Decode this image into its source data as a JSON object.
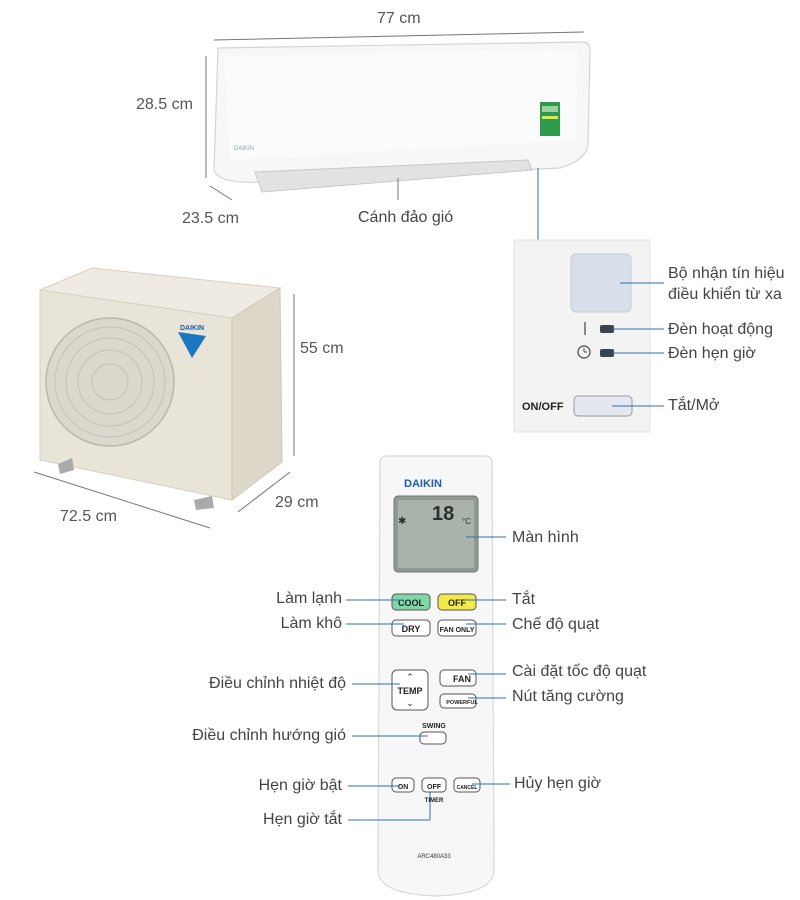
{
  "dimensions": {
    "indoor_width": "77 cm",
    "indoor_height": "28.5 cm",
    "indoor_depth": "23.5 cm",
    "outdoor_height": "55 cm",
    "outdoor_width": "72.5 cm",
    "outdoor_depth": "29 cm"
  },
  "indoor_unit": {
    "brand": "DAIKIN",
    "louver_label": "Cánh đảo gió"
  },
  "outdoor_unit": {
    "brand": "DAIKIN"
  },
  "display_panel": {
    "sensor_label_line1": "Bộ nhận tín hiệu",
    "sensor_label_line2": "điều khiển từ xa",
    "operation_light_label": "Đèn hoạt động",
    "timer_light_label": "Đèn hẹn giờ",
    "onoff_label": "Tắt/Mở",
    "onoff_button_text": "ON/OFF"
  },
  "remote": {
    "brand": "DAIKIN",
    "lcd_temp": "18",
    "lcd_unit": "°C",
    "model": "ARC480A33",
    "buttons": {
      "cool": "COOL",
      "off": "OFF",
      "dry": "DRY",
      "fan_only": "FAN ONLY",
      "temp": "TEMP",
      "fan": "FAN",
      "powerful": "POWERFUL",
      "swing": "SWING",
      "timer_on": "ON",
      "timer_off": "OFF",
      "timer": "TIMER",
      "cancel": "CANCEL"
    }
  },
  "callouts": {
    "screen": "Màn hình",
    "cooling": "Làm lạnh",
    "off": "Tắt",
    "drying": "Làm khô",
    "fan_mode": "Chế độ quạt",
    "temp_adjust": "Điều chỉnh nhiệt độ",
    "fan_speed": "Cài đặt tốc độ quạt",
    "powerful": "Nút tăng cường",
    "swing": "Điều chỉnh hướng gió",
    "timer_on": "Hẹn giờ bật",
    "timer_cancel": "Hủy hẹn giờ",
    "timer_off": "Hẹn giờ tắt"
  },
  "colors": {
    "callout_line": "#2e6db4",
    "cool_button": "#7fd7a6",
    "off_button": "#f3ea4a",
    "daikin_blue": "#1a5ea8"
  }
}
